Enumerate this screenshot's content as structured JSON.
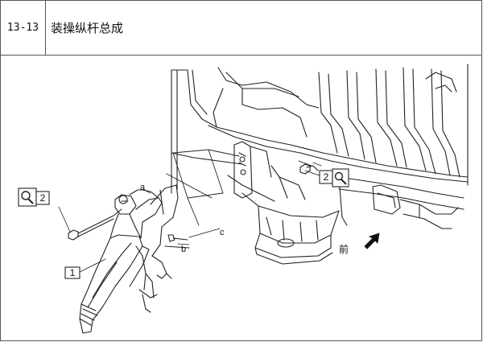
{
  "header": {
    "step_number": "13-13",
    "title": "装操纵杆总成"
  },
  "figure": {
    "callouts": {
      "part_1": "1",
      "tool_2_left": "2",
      "tool_2_right": "2",
      "point_a": "a",
      "point_b": "b",
      "point_c": "c"
    },
    "direction_label": "前",
    "icons": [
      "wrench-tool-icon",
      "forward-arrow-icon"
    ]
  }
}
